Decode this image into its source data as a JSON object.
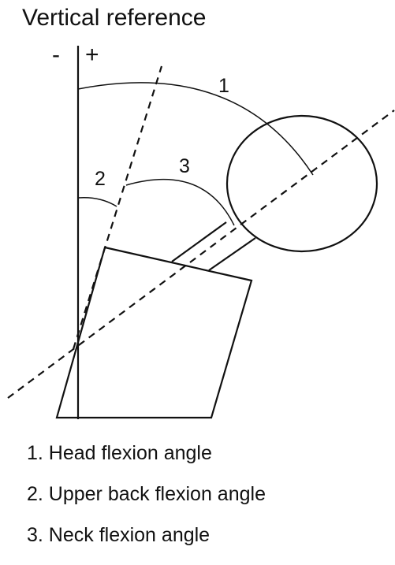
{
  "title": "Vertical reference",
  "signs": {
    "minus": "-",
    "plus": "+"
  },
  "angle_labels": {
    "head": "1",
    "upper_back": "2",
    "neck": "3"
  },
  "legend": [
    "1. Head flexion angle",
    "2. Upper back flexion angle",
    "3. Neck flexion angle"
  ]
}
